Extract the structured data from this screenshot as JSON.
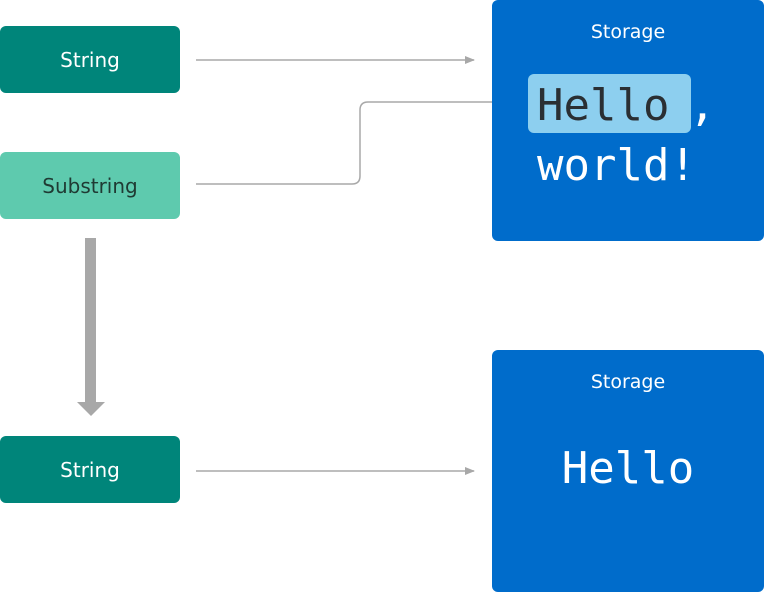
{
  "left": {
    "string_top": "String",
    "substring": "Substring",
    "string_bottom": "String"
  },
  "storage_top": {
    "label": "Storage",
    "highlight": "Hello",
    "rest_line1": ",",
    "line2": "world!"
  },
  "storage_bottom": {
    "label": "Storage",
    "text": "Hello"
  },
  "colors": {
    "string": "#00857A",
    "substring": "#5ECAAE",
    "storage": "#006CCB",
    "highlight": "#8DCFEF",
    "arrow": "#A8A8A8"
  }
}
